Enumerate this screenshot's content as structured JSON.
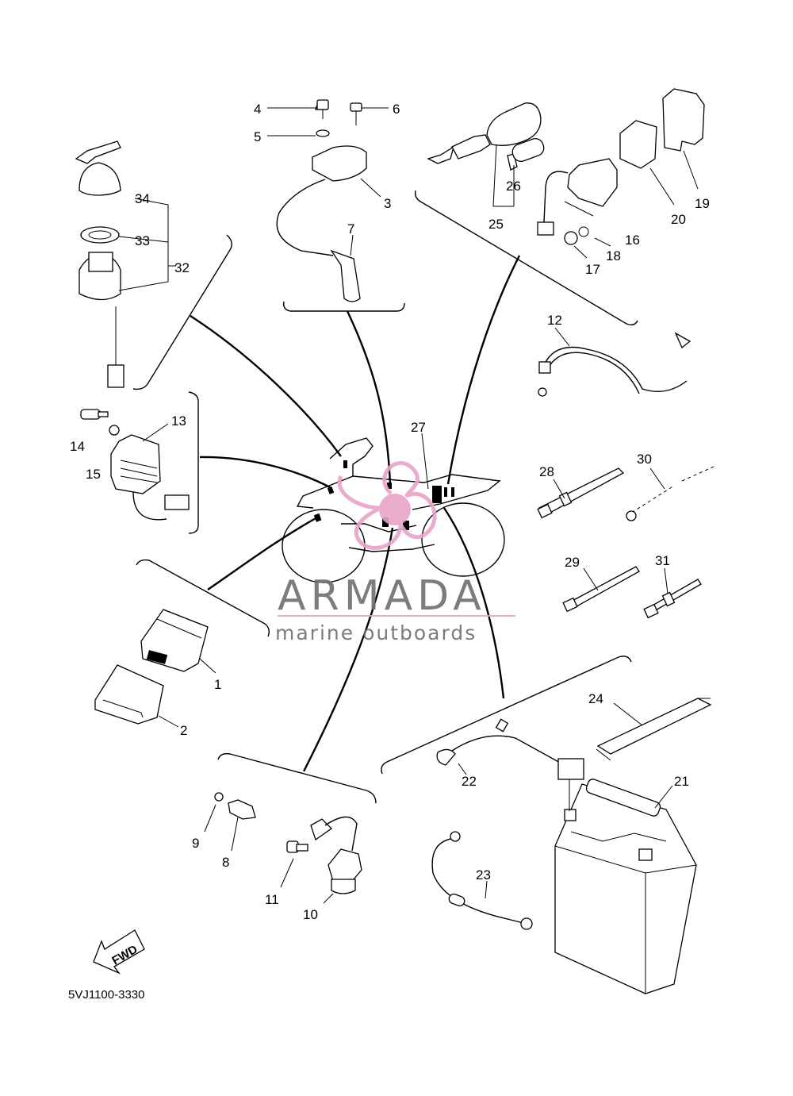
{
  "diagram": {
    "drawing_code": "5VJ1100-3330",
    "direction_label": "FWD",
    "watermark": {
      "brand": "ARMADA",
      "tagline": "marine outboards",
      "accent_color": "#e8a4c8",
      "text_color": "#6e6e6e"
    },
    "callouts": {
      "c1": "1",
      "c2": "2",
      "c3": "3",
      "c4": "4",
      "c5": "5",
      "c6": "6",
      "c7": "7",
      "c8": "8",
      "c9": "9",
      "c10": "10",
      "c11": "11",
      "c12": "12",
      "c13": "13",
      "c14": "14",
      "c15": "15",
      "c16": "16",
      "c17": "17",
      "c18": "18",
      "c19": "19",
      "c20": "20",
      "c21": "21",
      "c22": "22",
      "c23": "23",
      "c24": "24",
      "c25": "25",
      "c26": "26",
      "c27": "27",
      "c28": "28",
      "c29": "29",
      "c30": "30",
      "c31": "31",
      "c32": "32",
      "c33": "33",
      "c34": "34"
    }
  }
}
